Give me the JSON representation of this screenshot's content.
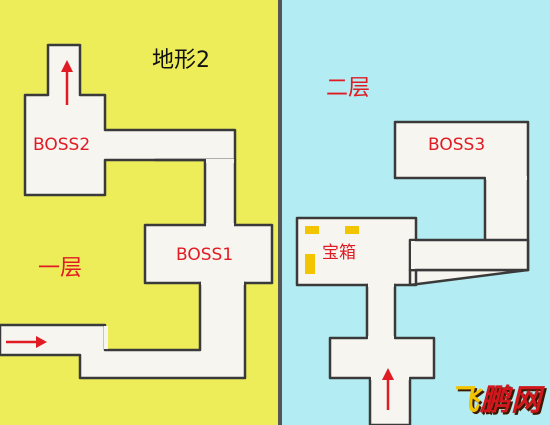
{
  "title": "地形2",
  "floors": {
    "floor1": "一层",
    "floor2": "二层"
  },
  "rooms": {
    "boss1": "BOSS1",
    "boss2": "BOSS2",
    "boss3": "BOSS3",
    "treasure": "宝箱"
  },
  "logo": {
    "part1": "飞",
    "part2": "鹏网"
  },
  "colors": {
    "floor1_bg": "#eded5a",
    "floor2_bg": "#b3ecf2",
    "corridor_fill": "#f6f5f0",
    "corridor_stroke": "#3a3a3a",
    "label_red": "#e01b23",
    "chest_yellow": "#f3c400"
  },
  "icons": [
    "arrow-up-icon",
    "arrow-right-icon",
    "treasure-chest-icon"
  ]
}
